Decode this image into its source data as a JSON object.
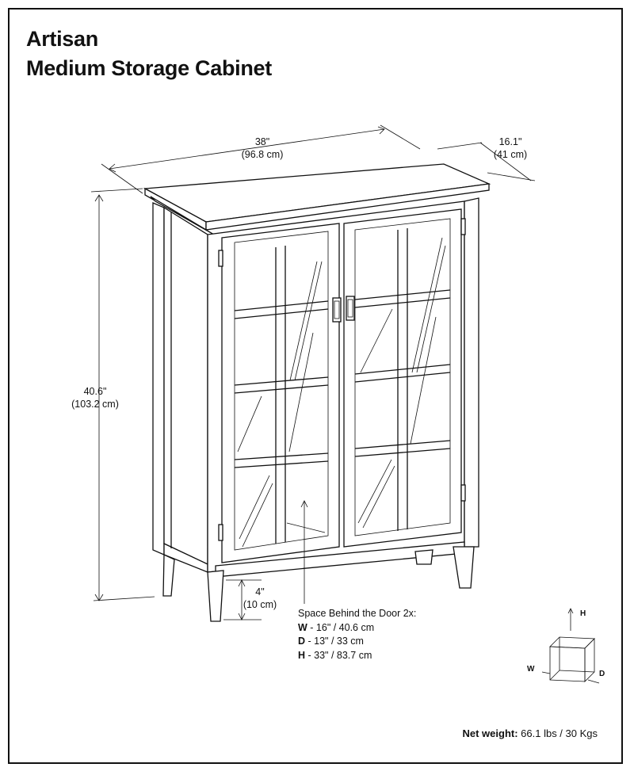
{
  "title": {
    "line1": "Artisan",
    "line2": "Medium Storage Cabinet"
  },
  "dimensions": {
    "width_in": "38\"",
    "width_cm": "(96.8 cm)",
    "depth_in": "16.1\"",
    "depth_cm": "(41 cm)",
    "height_in": "40.6\"",
    "height_cm": "(103.2 cm)",
    "leg_in": "4\"",
    "leg_cm": "(10 cm)"
  },
  "space_behind_door": {
    "heading": "Space Behind the Door 2x:",
    "w_label": "W",
    "w_value": " - 16\" / 40.6 cm",
    "d_label": "D",
    "d_value": " - 13\" / 33 cm",
    "h_label": "H",
    "h_value": " - 33\" / 83.7 cm"
  },
  "axis_legend": {
    "h": "H",
    "w": "W",
    "d": "D"
  },
  "net_weight": {
    "label": "Net weight:",
    "value": " 66.1 lbs / 30 Kgs"
  }
}
